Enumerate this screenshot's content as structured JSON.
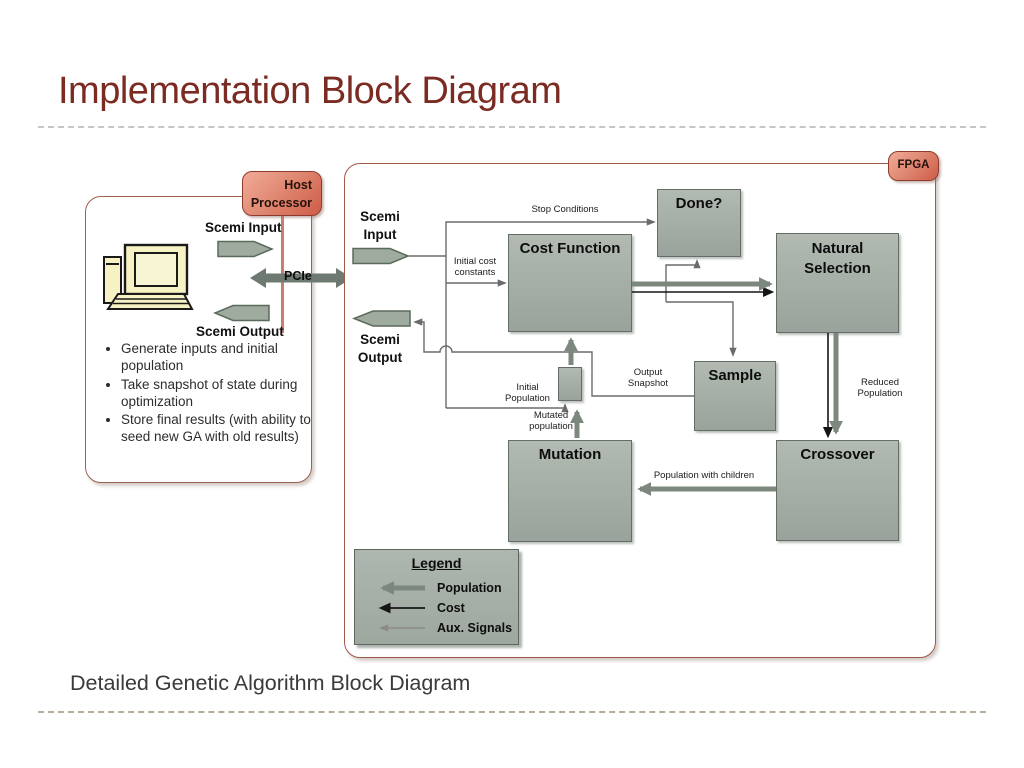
{
  "slide": {
    "title": "Implementation Block Diagram",
    "caption": "Detailed Genetic Algorithm Block Diagram"
  },
  "colors": {
    "title_text": "#7b2b21",
    "badge_fill": "#e08a74",
    "badge_border": "#8e3b2d",
    "block_fill": "#a7b1a8",
    "block_border": "#646e66",
    "population_arrow": "#7c877d",
    "cost_arrow": "#151515",
    "aux_arrow": "#6b6b6b"
  },
  "host": {
    "badge_label": "Host Processor",
    "scemi_input_label": "Scemi Input",
    "pcie_label": "PCIe",
    "scemi_output_label": "Scemi Output",
    "bullets": [
      "Generate inputs and initial population",
      "Take snapshot of state during optimization",
      "Store final results (with ability to seed new GA with old results)"
    ]
  },
  "fpga": {
    "badge_label": "FPGA",
    "scemi_input_label": "Scemi\nInput",
    "scemi_output_label": "Scemi\nOutput",
    "blocks": {
      "done": "Done?",
      "cost_function": "Cost Function",
      "natural_selection": "Natural\nSelection",
      "sample": "Sample",
      "mutation": "Mutation",
      "crossover": "Crossover"
    },
    "wire_labels": {
      "stop_conditions": "Stop Conditions",
      "initial_cost": "Initial cost\nconstants",
      "initial_population": "Initial\nPopulation",
      "output_snapshot": "Output\nSnapshot",
      "mutated_population": "Mutated\npopulation",
      "reduced_population": "Reduced\nPopulation",
      "population_with_children": "Population with children"
    }
  },
  "legend": {
    "title": "Legend",
    "items": [
      {
        "label": "Population"
      },
      {
        "label": "Cost"
      },
      {
        "label": "Aux. Signals"
      }
    ]
  }
}
